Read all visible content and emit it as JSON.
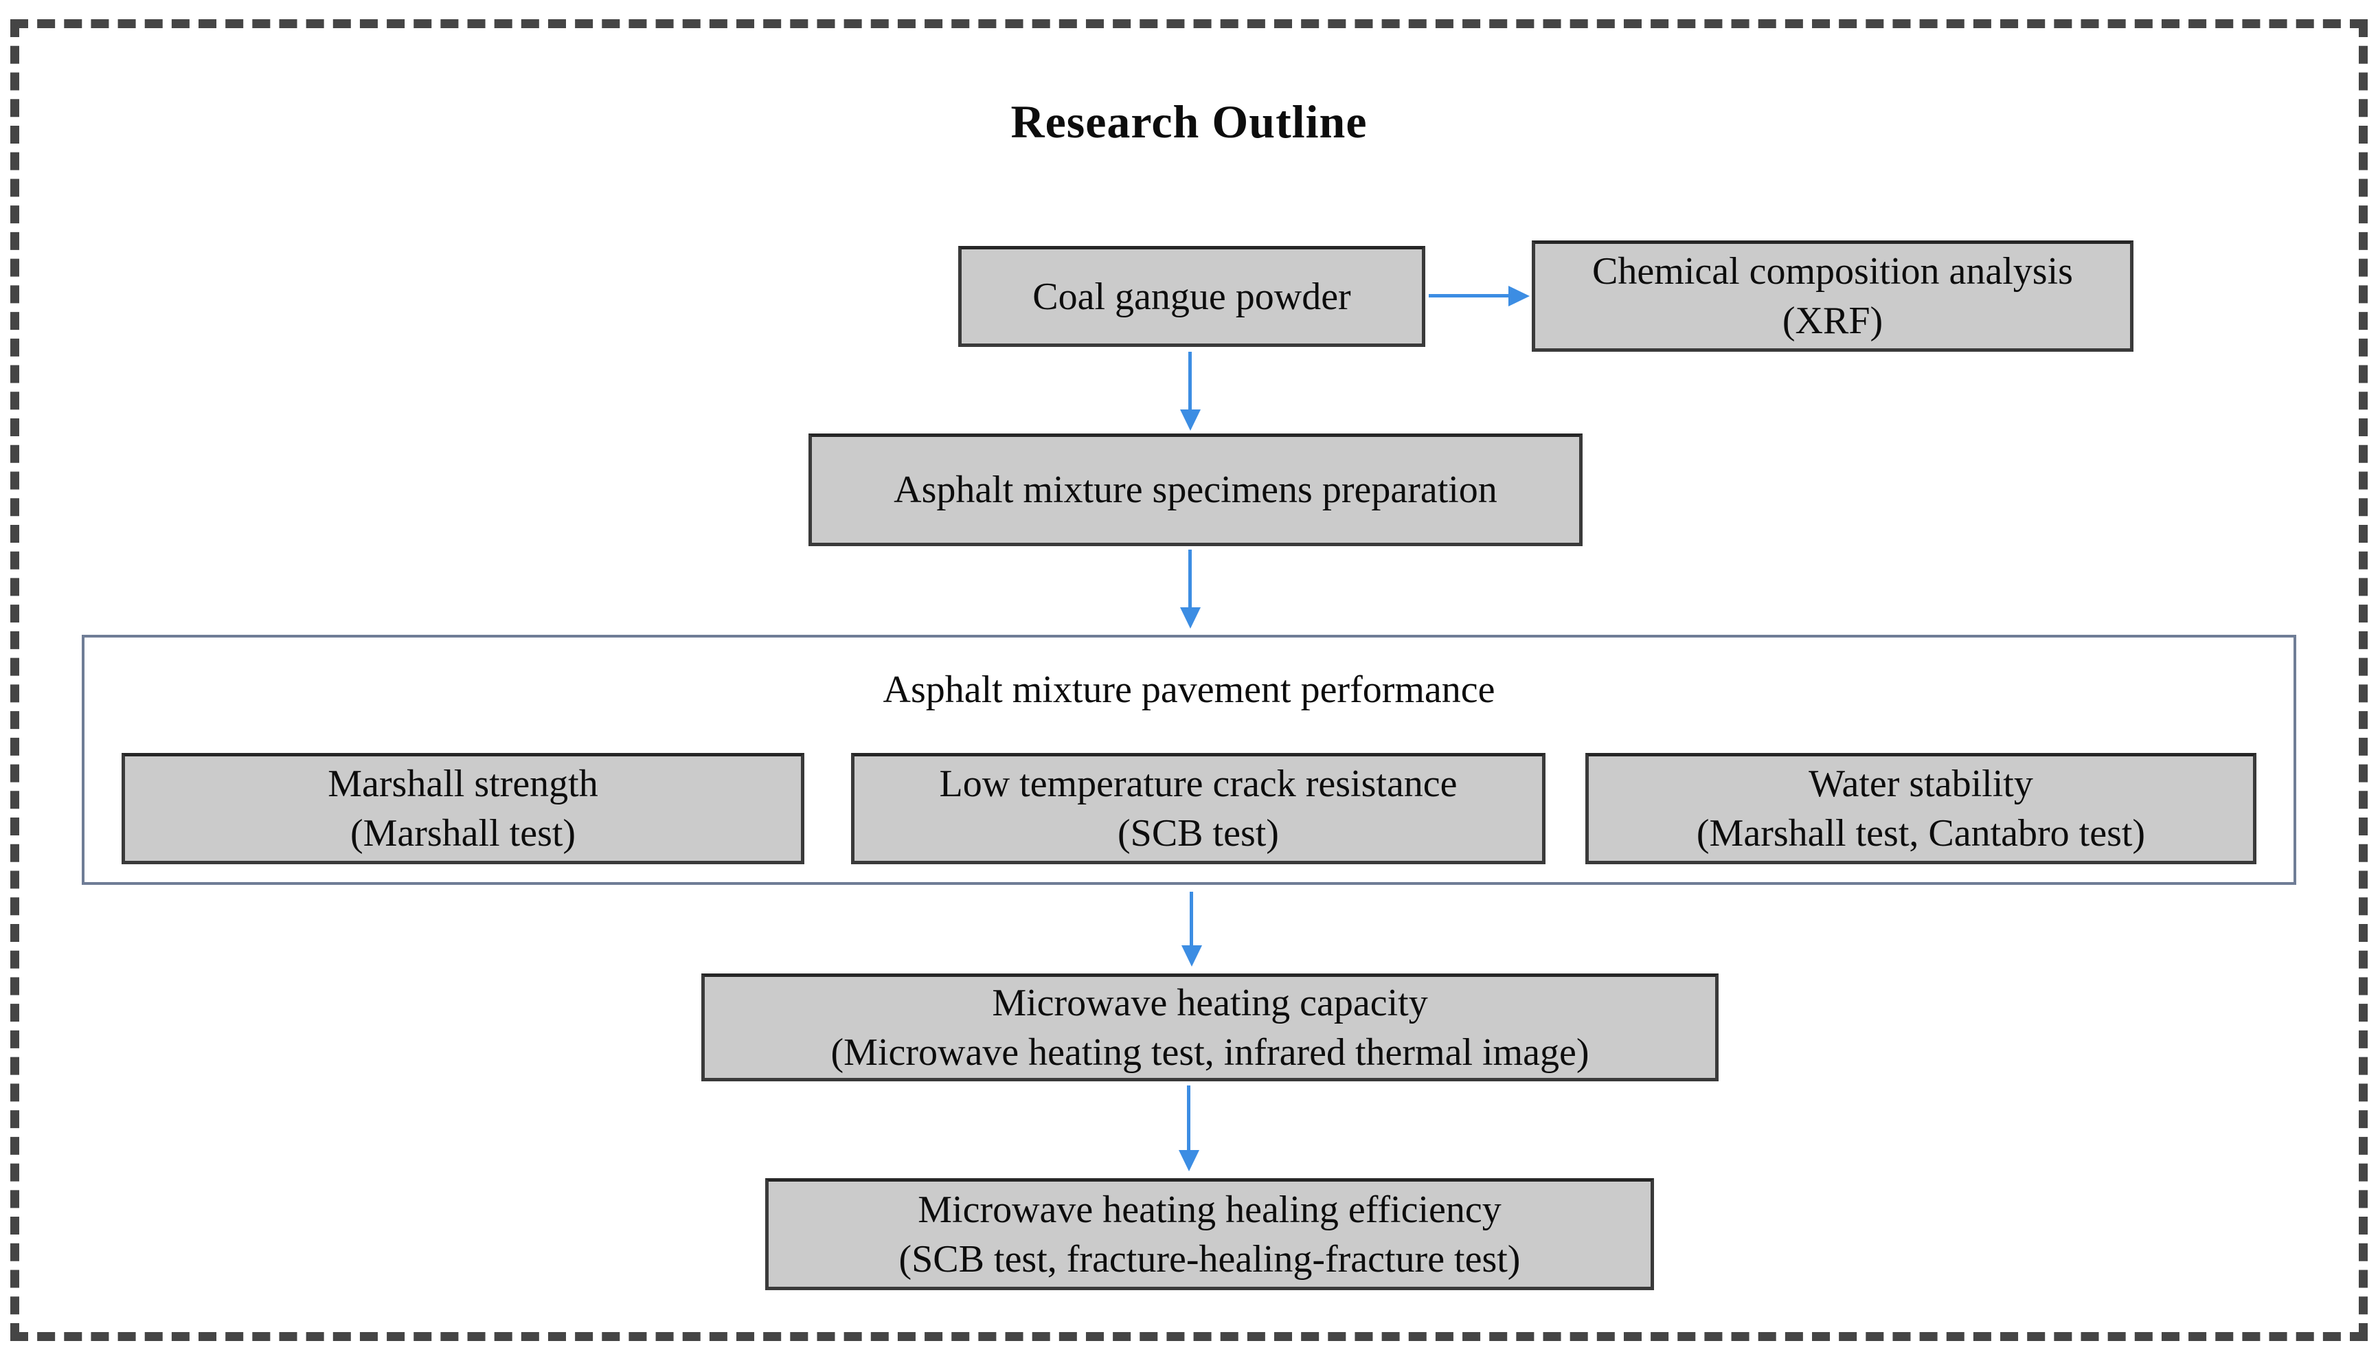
{
  "title": "Research Outline",
  "colors": {
    "arrow_blue": "#3c8de3",
    "node_fill": "#cbcbcb",
    "node_border": "#3a3a3a",
    "group_border": "#6f7d96",
    "frame_dash": "#454545",
    "text": "#0d0d0d",
    "background": "#ffffff"
  },
  "flow": {
    "coal": {
      "label": "Coal gangue powder"
    },
    "xrf": {
      "line1": "Chemical composition analysis",
      "line2": "(XRF)"
    },
    "prep": {
      "label": "Asphalt mixture specimens preparation"
    },
    "performance": {
      "title": "Asphalt mixture pavement performance",
      "children": [
        {
          "line1": "Marshall strength",
          "line2": "(Marshall test)"
        },
        {
          "line1": "Low temperature crack resistance",
          "line2": "(SCB test)"
        },
        {
          "line1": "Water stability",
          "line2": "(Marshall test, Cantabro test)"
        }
      ]
    },
    "capacity": {
      "line1": "Microwave heating capacity",
      "line2": "(Microwave heating test, infrared thermal image)"
    },
    "healing": {
      "line1": "Microwave heating healing efficiency",
      "line2": "(SCB test, fracture-healing-fracture test)"
    }
  }
}
